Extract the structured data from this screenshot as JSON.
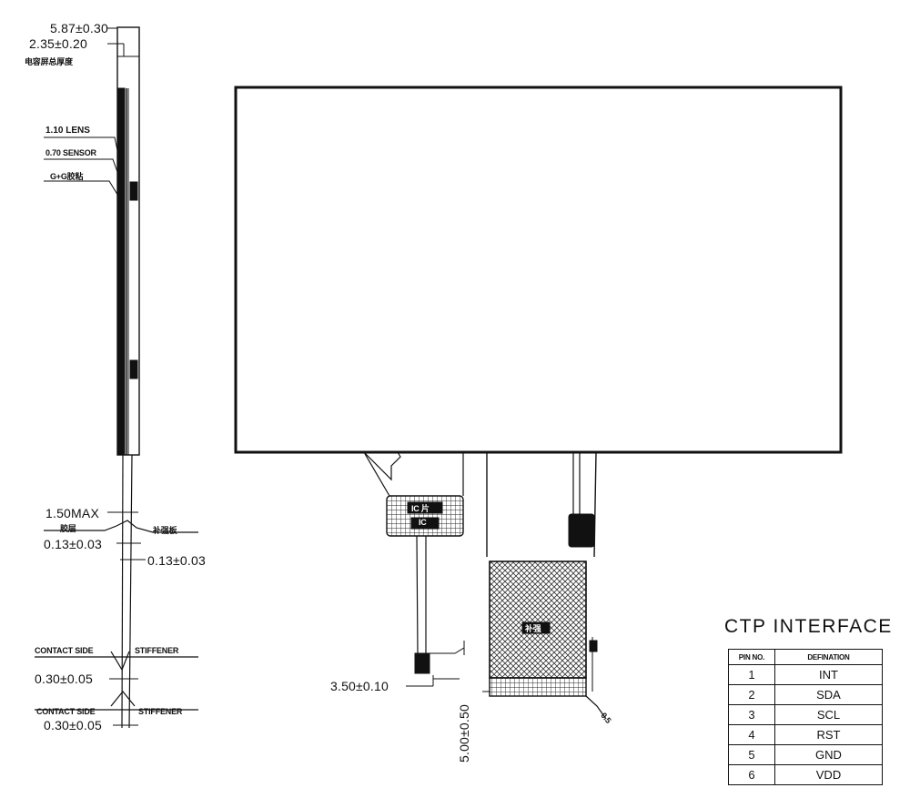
{
  "side_view": {
    "total_thickness": "5.87±0.30",
    "screen_total": "2.35±0.20",
    "screen_total_cn": "电容屏总厚度",
    "lens": "1.10 LENS",
    "sensor": "0.70 SENSOR",
    "glue": "G+G胶粘",
    "fpc_max": "1.50MAX",
    "fpc_left_cn": "胶层",
    "fpc_right_cn": "补强板",
    "fpc_layer_a": "0.13±0.03",
    "fpc_layer_b": "0.13±0.03",
    "contact_side_1": "CONTACT SIDE",
    "stiffener_1": "STIFFENER",
    "stiffener_thk_1": "0.30±0.05",
    "contact_side_2": "CONTACT SIDE",
    "stiffener_2": "STIFFENER",
    "stiffener_thk_2": "0.30±0.05"
  },
  "front_view": {
    "chip_label_cn_1": "IC 片",
    "chip_label_cn_2": "IC",
    "fpc_pad_label": "补强",
    "pitch_dim": "3.50±0.10",
    "length_dim": "5.00±0.50",
    "tail_note": "0.5"
  },
  "ctp_interface": {
    "title": "CTP INTERFACE",
    "header_pin": "PIN NO.",
    "header_def": "DEFINATION",
    "rows": [
      {
        "pin": "1",
        "def": "INT"
      },
      {
        "pin": "2",
        "def": "SDA"
      },
      {
        "pin": "3",
        "def": "SCL"
      },
      {
        "pin": "4",
        "def": "RST"
      },
      {
        "pin": "5",
        "def": "GND"
      },
      {
        "pin": "6",
        "def": "VDD"
      }
    ]
  }
}
